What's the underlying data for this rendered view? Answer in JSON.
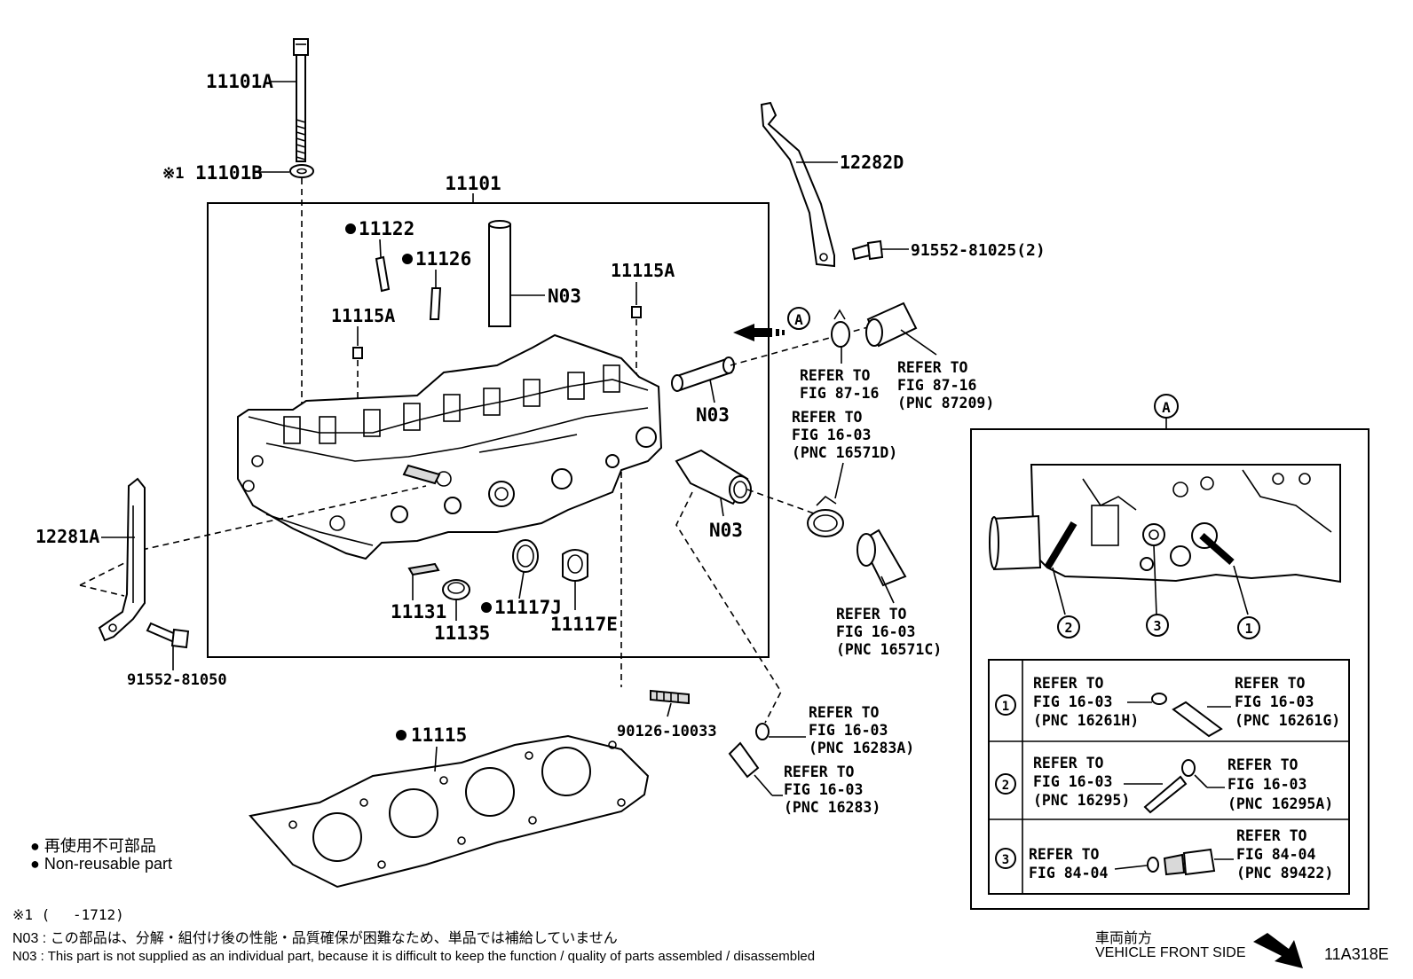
{
  "parts": {
    "p11101A": "11101A",
    "p11101B": "11101B",
    "p11101B_mark": "※1",
    "p11101": "11101",
    "p11122": "11122",
    "p11126": "11126",
    "pN03_top": "N03",
    "p11115A_left": "11115A",
    "p11115A_right": "11115A",
    "pN03_mid": "N03",
    "pN03_low": "N03",
    "p12282D": "12282D",
    "p91552_81025": "91552-81025(2)",
    "p12281A": "12281A",
    "p91552_81050": "91552-81050",
    "p11131": "11131",
    "p11135": "11135",
    "p11117J": "11117J",
    "p11117E": "11117E",
    "p90126_10033": "90126-10033",
    "p11115": "11115"
  },
  "callouts": {
    "a": "A",
    "c1": "1",
    "c2": "2",
    "c3": "3"
  },
  "references": {
    "r1": [
      "REFER TO",
      "FIG 87-16"
    ],
    "r2": [
      "REFER TO",
      "FIG 87-16",
      "(PNC 87209)"
    ],
    "r3": [
      "REFER TO",
      "FIG 16-03",
      "(PNC 16571D)"
    ],
    "r4": [
      "REFER TO",
      "FIG 16-03",
      "(PNC 16571C)"
    ],
    "r5": [
      "REFER TO",
      "FIG 16-03",
      "(PNC 16283A)"
    ],
    "r6": [
      "REFER TO",
      "FIG 16-03",
      "(PNC 16283)"
    ]
  },
  "detail_table": {
    "row1": {
      "left": [
        "REFER TO",
        "FIG 16-03",
        "(PNC 16261H)"
      ],
      "right": [
        "REFER TO",
        "FIG 16-03",
        "(PNC 16261G)"
      ]
    },
    "row2": {
      "left": [
        "REFER TO",
        "FIG 16-03",
        "(PNC 16295)"
      ],
      "right": [
        "REFER TO",
        "FIG 16-03",
        "(PNC 16295A)"
      ]
    },
    "row3": {
      "left": [
        "REFER TO",
        "FIG 84-04"
      ],
      "right": [
        "REFER TO",
        "FIG 84-04",
        "(PNC 89422)"
      ]
    }
  },
  "legend": {
    "bullet": "●",
    "jp": "再使用不可部品",
    "en": "Non-reusable part"
  },
  "notes": {
    "applicability": "※1 (　 -1712)",
    "n03_jp": "N03 : この部品は、分解・組付け後の性能・品質確保が困難なため、単品では補給していません",
    "n03_en": "N03 : This part is not supplied as an individual part, because it is difficult to keep the function / quality of parts  assembled / disassembled"
  },
  "front": {
    "jp": "車両前方",
    "en": "VEHICLE FRONT SIDE"
  },
  "figure_id": "11A318E"
}
